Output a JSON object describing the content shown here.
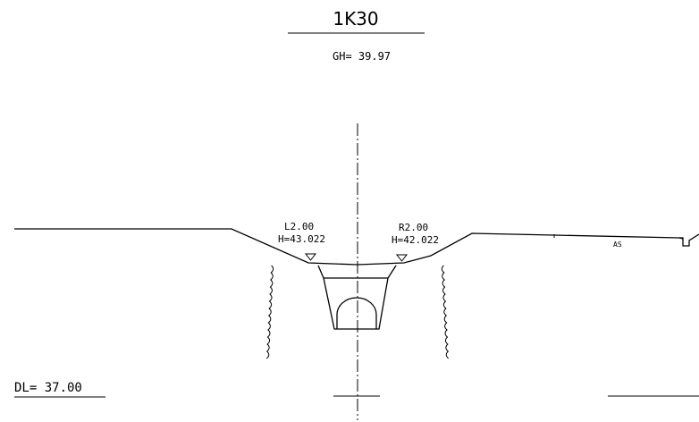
{
  "section": {
    "title": "1K30",
    "gh_label": "GH= 39.97",
    "datum_label": "DL= 37.00"
  },
  "markers": {
    "left": {
      "station": "L2.00",
      "height": "H=43.022"
    },
    "right": {
      "station": "R2.00",
      "height": "H=42.022"
    }
  },
  "surface_label": "AS"
}
